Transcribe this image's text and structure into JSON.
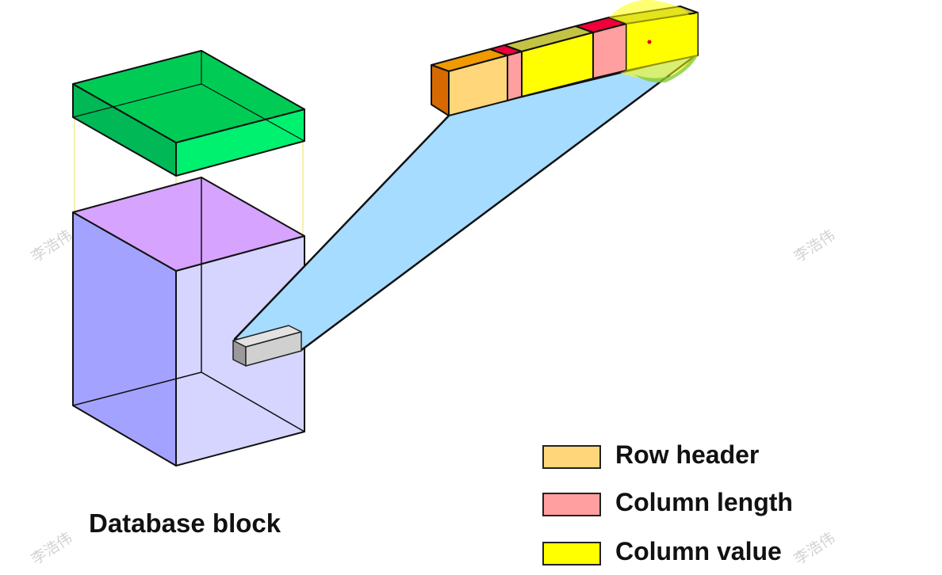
{
  "captions": {
    "database_block": "Database block"
  },
  "legend": [
    {
      "label": "Row header",
      "color": "#FFD77A"
    },
    {
      "label": "Column length",
      "color": "#FF9F9F"
    },
    {
      "label": "Column value",
      "color": "#FFFF00"
    }
  ],
  "watermark": "李浩伟",
  "colors": {
    "cover_front": "#00E070",
    "cover_top": "#00CC55",
    "cube_front": "#D5D5FF",
    "cube_left": "#A3A3FF",
    "cube_top": "#D6A3FF",
    "beam": "#A6DCFF",
    "row_header": "#FFD77A",
    "column_length": "#FF9F9F",
    "column_value": "#FFFF00"
  }
}
